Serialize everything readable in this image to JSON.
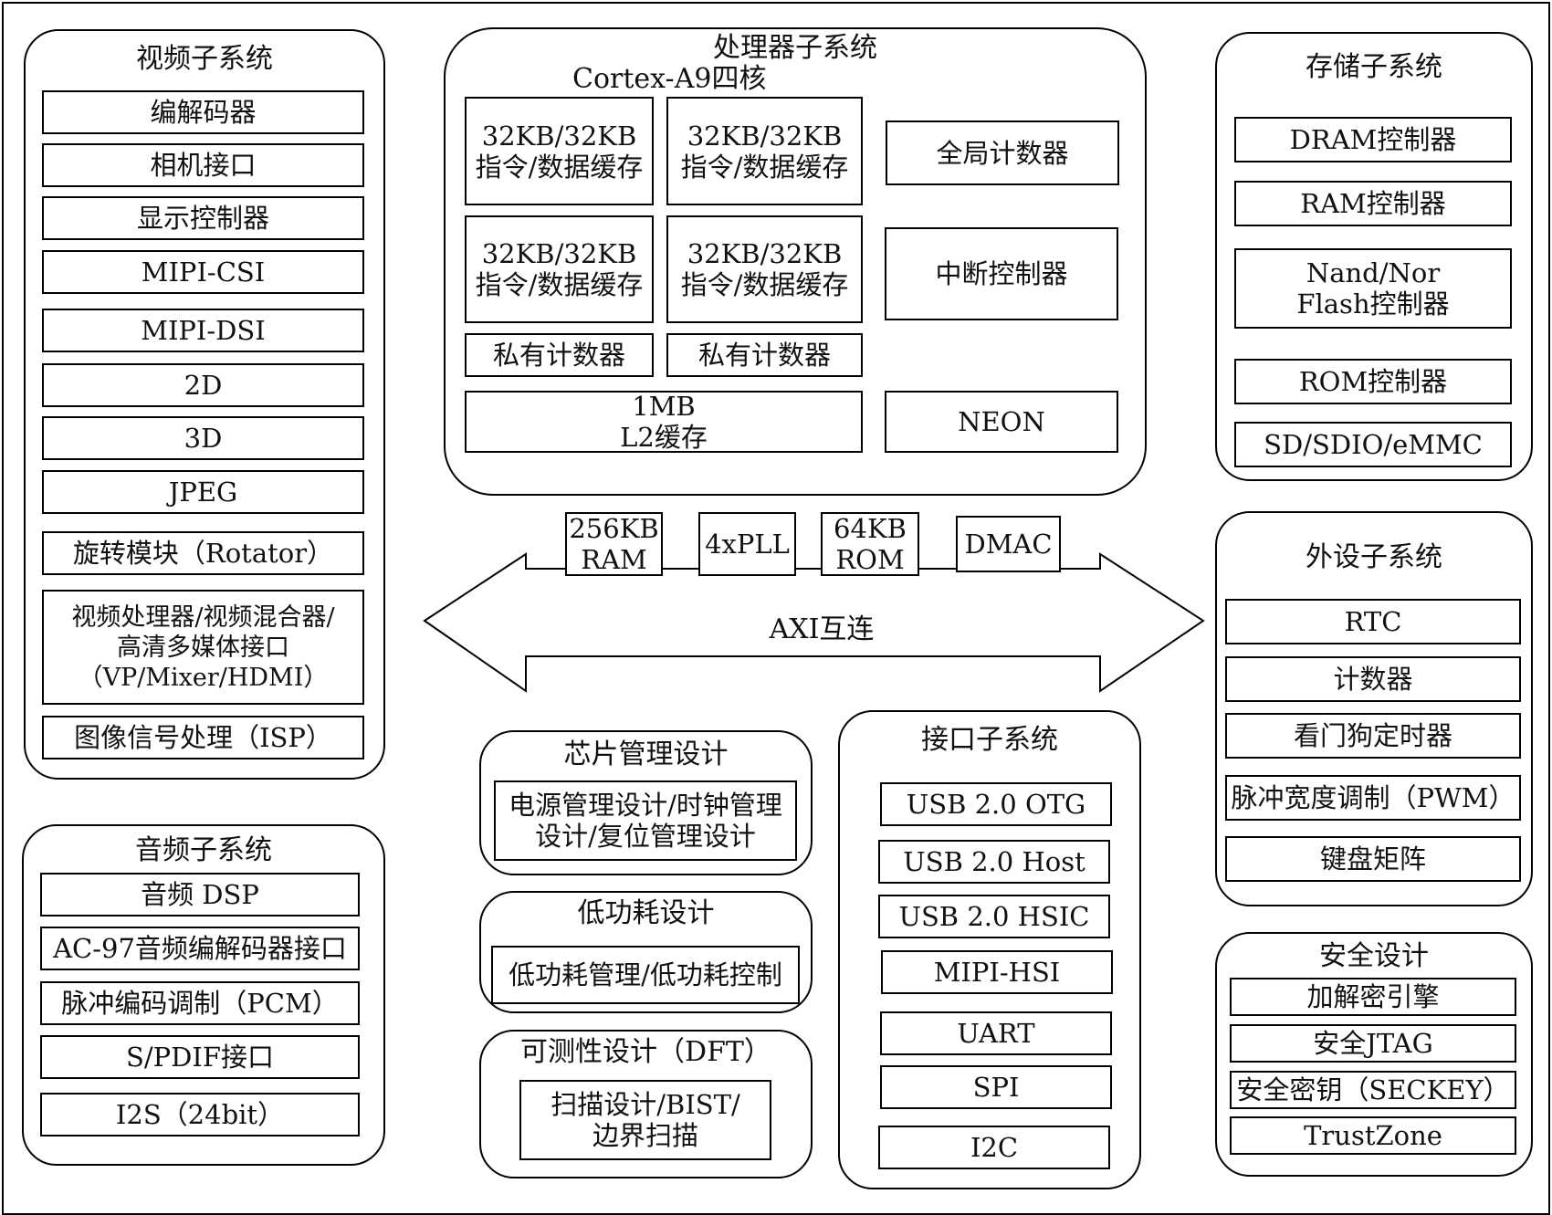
{
  "video": {
    "title": "视频子系统",
    "items": [
      "编解码器",
      "相机接口",
      "显示控制器",
      "MIPI-CSI",
      "MIPI-DSI",
      "2D",
      "3D",
      "JPEG",
      "旋转模块（Rotator）",
      "视频处理器/视频混合器/\n高清多媒体接口\n（VP/Mixer/HDMI）",
      "图像信号处理（ISP）"
    ]
  },
  "audio": {
    "title": "音频子系统",
    "items": [
      "音频 DSP",
      "AC-97音频编解码器接口",
      "脉冲编码调制（PCM）",
      "S/PDIF接口",
      "I2S（24bit）"
    ]
  },
  "processor": {
    "title": "处理器子系统",
    "core": "Cortex-A9四核",
    "caches": [
      "32KB/32KB\n指令/数据缓存",
      "32KB/32KB\n指令/数据缓存",
      "32KB/32KB\n指令/数据缓存",
      "32KB/32KB\n指令/数据缓存"
    ],
    "private_counters": [
      "私有计数器",
      "私有计数器"
    ],
    "l2": "1MB\nL2缓存",
    "global_counter": "全局计数器",
    "interrupt": "中断控制器",
    "neon": "NEON"
  },
  "bus": {
    "label": "AXI互连",
    "blocks": [
      "256KB\nRAM",
      "4xPLL",
      "64KB\nROM",
      "DMAC"
    ]
  },
  "storage": {
    "title": "存储子系统",
    "items": [
      "DRAM控制器",
      "RAM控制器",
      "Nand/Nor\nFlash控制器",
      "ROM控制器",
      "SD/SDIO/eMMC"
    ]
  },
  "peripheral": {
    "title": "外设子系统",
    "items": [
      "RTC",
      "计数器",
      "看门狗定时器",
      "脉冲宽度调制（PWM）",
      "键盘矩阵"
    ]
  },
  "security": {
    "title": "安全设计",
    "items": [
      "加解密引擎",
      "安全JTAG",
      "安全密钥（SECKEY）",
      "TrustZone"
    ]
  },
  "chip_mgmt": {
    "title": "芯片管理设计",
    "item": "电源管理设计/时钟管理\n设计/复位管理设计"
  },
  "low_power": {
    "title": "低功耗设计",
    "item": "低功耗管理/低功耗控制"
  },
  "dft": {
    "title": "可测性设计（DFT）",
    "item": "扫描设计/BIST/\n边界扫描"
  },
  "interface": {
    "title": "接口子系统",
    "items": [
      "USB 2.0 OTG",
      "USB 2.0 Host",
      "USB 2.0 HSIC",
      "MIPI-HSI",
      "UART",
      "SPI",
      "I2C"
    ]
  }
}
